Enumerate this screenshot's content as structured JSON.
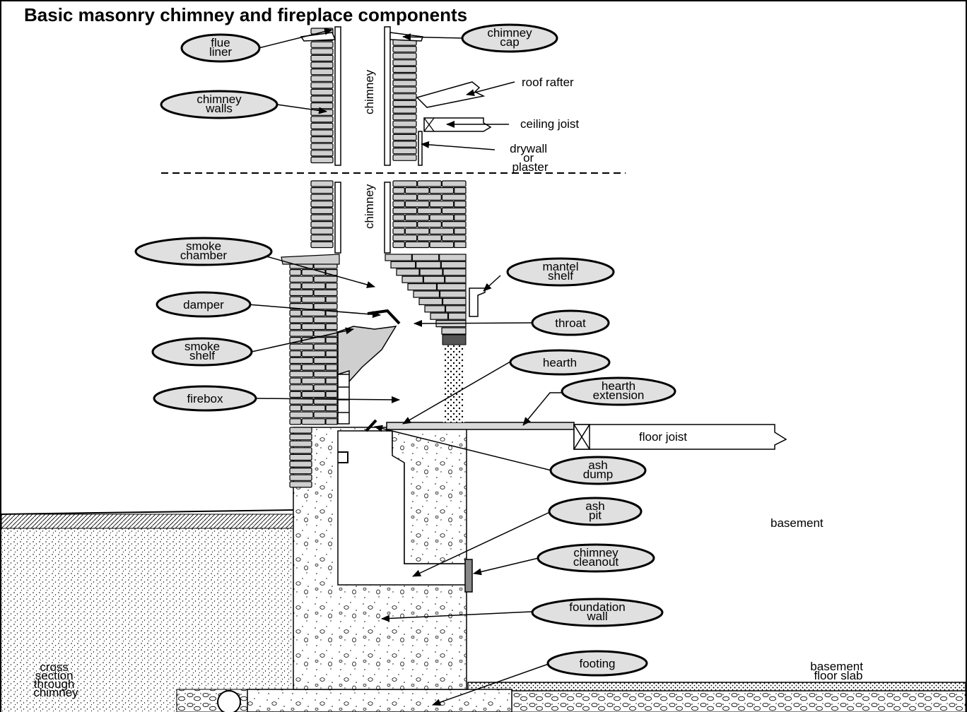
{
  "title": "Basic masonry chimney and fireplace components",
  "colors": {
    "line": "#000000",
    "callout_fill": "#e0e0e0",
    "brick_fill": "#cfcfcf",
    "background": "#ffffff"
  },
  "callouts": {
    "flue_liner": [
      "flue",
      "liner"
    ],
    "chimney_walls": [
      "chimney",
      "walls"
    ],
    "chimney_cap": [
      "chimney",
      "cap"
    ],
    "smoke_chamber": [
      "smoke",
      "chamber"
    ],
    "damper": [
      "damper"
    ],
    "smoke_shelf": [
      "smoke",
      "shelf"
    ],
    "firebox": [
      "firebox"
    ],
    "mantel_shelf": [
      "mantel",
      "shelf"
    ],
    "throat": [
      "throat"
    ],
    "hearth": [
      "hearth"
    ],
    "hearth_extension": [
      "hearth",
      "extension"
    ],
    "ash_dump": [
      "ash",
      "dump"
    ],
    "ash_pit": [
      "ash",
      "pit"
    ],
    "chimney_cleanout": [
      "chimney",
      "cleanout"
    ],
    "foundation_wall": [
      "foundation",
      "wall"
    ],
    "footing": [
      "footing"
    ]
  },
  "labels": {
    "roof_rafter": [
      "roof rafter"
    ],
    "ceiling_joist": [
      "ceiling joist"
    ],
    "drywall": [
      "drywall",
      "or",
      "plaster"
    ],
    "chimney_upper": "chimney",
    "chimney_lower": "chimney",
    "floor_joist": "floor joist",
    "basement": "basement",
    "basement_floor_slab": [
      "basement",
      "floor slab"
    ],
    "cross_section": [
      "cross",
      "section",
      "through",
      "chimney"
    ]
  }
}
